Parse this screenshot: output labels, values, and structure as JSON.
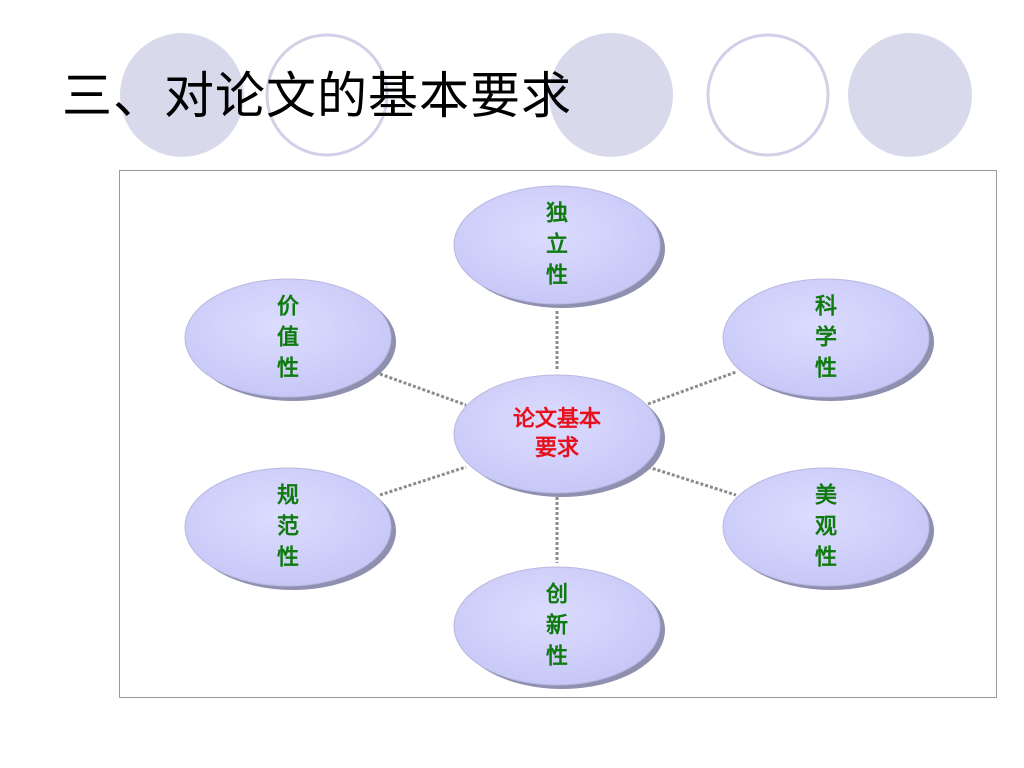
{
  "slide": {
    "title": "三、对论文的基本要求"
  },
  "colors": {
    "deco_fill": "#d9d9ec",
    "deco_ring": "#d0d0e8",
    "node_fill": "#ccccfb",
    "node_shadow": "#8f8fb0",
    "node_text": "#0f7a0f",
    "center_text": "#e8101c",
    "connector": "#8c8c8c"
  },
  "diagram": {
    "center": {
      "label": "论文基本要求",
      "line1": "论文基本",
      "line2": "要求"
    },
    "nodes": [
      {
        "id": "independence",
        "label": "独立性",
        "chars": [
          "独",
          "立",
          "性"
        ]
      },
      {
        "id": "scientific",
        "label": "科学性",
        "chars": [
          "科",
          "学",
          "性"
        ]
      },
      {
        "id": "aesthetic",
        "label": "美观性",
        "chars": [
          "美",
          "观",
          "性"
        ]
      },
      {
        "id": "innovation",
        "label": "创新性",
        "chars": [
          "创",
          "新",
          "性"
        ]
      },
      {
        "id": "normative",
        "label": "规范性",
        "chars": [
          "规",
          "范",
          "性"
        ]
      },
      {
        "id": "value",
        "label": "价值性",
        "chars": [
          "价",
          "值",
          "性"
        ]
      }
    ]
  }
}
